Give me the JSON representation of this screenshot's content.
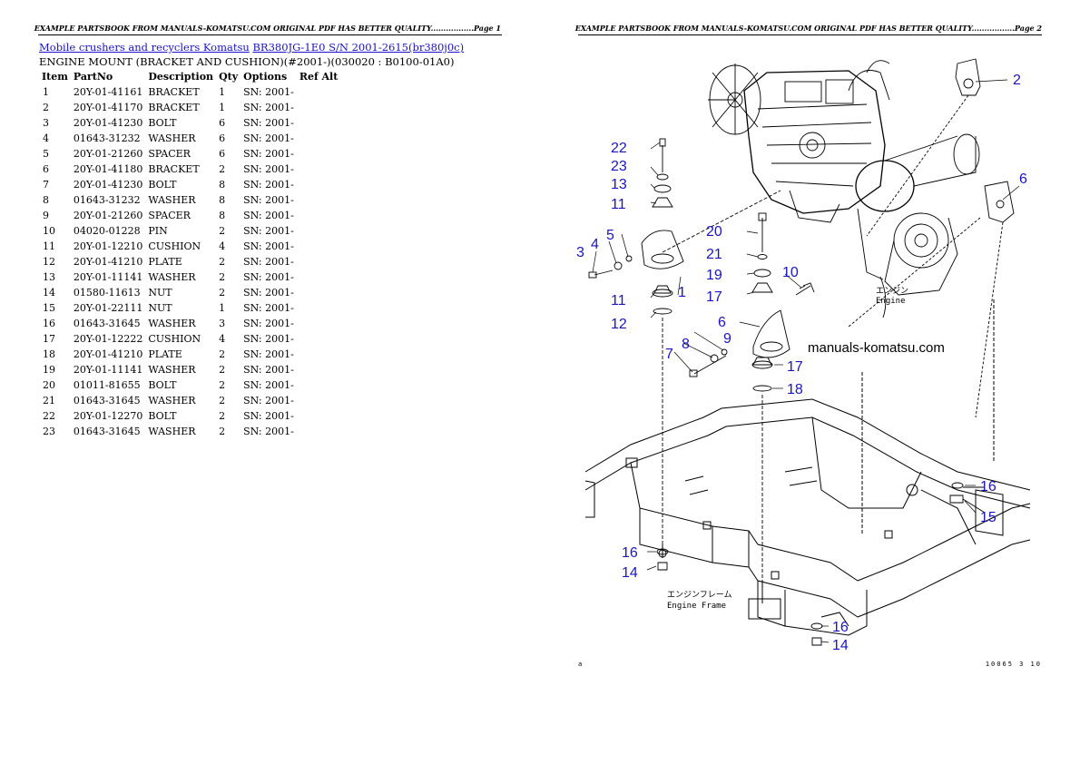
{
  "header_left": "EXAMPLE PARTSBOOK FROM MANUALS-KOMATSU.COM ORIGINAL PDF HAS BETTER QUALITY.................Page 1",
  "header_right": "EXAMPLE PARTSBOOK FROM MANUALS-KOMATSU.COM ORIGINAL PDF HAS BETTER QUALITY.................Page 2",
  "breadcrumb": {
    "category": "Mobile crushers and recyclers Komatsu",
    "model": "BR380JG-1E0 S/N 2001-2615(br380j0c)"
  },
  "subtitle": "ENGINE MOUNT (BRACKET AND CUSHION)(#2001-)(030020 : B0100-01A0)",
  "table": {
    "headers": [
      "Item",
      "PartNo",
      "Description",
      "Qty",
      "Options",
      "Ref Alt"
    ],
    "rows": [
      [
        "1",
        "20Y-01-41161",
        "BRACKET",
        "1",
        "SN: 2001-"
      ],
      [
        "2",
        "20Y-01-41170",
        "BRACKET",
        "1",
        "SN: 2001-"
      ],
      [
        "3",
        "20Y-01-41230",
        "BOLT",
        "6",
        "SN: 2001-"
      ],
      [
        "4",
        "01643-31232",
        "WASHER",
        "6",
        "SN: 2001-"
      ],
      [
        "5",
        "20Y-01-21260",
        "SPACER",
        "6",
        "SN: 2001-"
      ],
      [
        "6",
        "20Y-01-41180",
        "BRACKET",
        "2",
        "SN: 2001-"
      ],
      [
        "7",
        "20Y-01-41230",
        "BOLT",
        "8",
        "SN: 2001-"
      ],
      [
        "8",
        "01643-31232",
        "WASHER",
        "8",
        "SN: 2001-"
      ],
      [
        "9",
        "20Y-01-21260",
        "SPACER",
        "8",
        "SN: 2001-"
      ],
      [
        "10",
        "04020-01228",
        "PIN",
        "2",
        "SN: 2001-"
      ],
      [
        "11",
        "20Y-01-12210",
        "CUSHION",
        "4",
        "SN: 2001-"
      ],
      [
        "12",
        "20Y-01-41210",
        "PLATE",
        "2",
        "SN: 2001-"
      ],
      [
        "13",
        "20Y-01-11141",
        "WASHER",
        "2",
        "SN: 2001-"
      ],
      [
        "14",
        "01580-11613",
        "NUT",
        "2",
        "SN: 2001-"
      ],
      [
        "15",
        "20Y-01-22111",
        "NUT",
        "1",
        "SN: 2001-"
      ],
      [
        "16",
        "01643-31645",
        "WASHER",
        "3",
        "SN: 2001-"
      ],
      [
        "17",
        "20Y-01-12222",
        "CUSHION",
        "4",
        "SN: 2001-"
      ],
      [
        "18",
        "20Y-01-41210",
        "PLATE",
        "2",
        "SN: 2001-"
      ],
      [
        "19",
        "20Y-01-11141",
        "WASHER",
        "2",
        "SN: 2001-"
      ],
      [
        "20",
        "01011-81655",
        "BOLT",
        "2",
        "SN: 2001-"
      ],
      [
        "21",
        "01643-31645",
        "WASHER",
        "2",
        "SN: 2001-"
      ],
      [
        "22",
        "20Y-01-12270",
        "BOLT",
        "2",
        "SN: 2001-"
      ],
      [
        "23",
        "01643-31645",
        "WASHER",
        "2",
        "SN: 2001-"
      ]
    ]
  },
  "diagram": {
    "watermark": "manuals-komatsu.com",
    "engine_label_jp": "エンジン",
    "engine_label": "Engine",
    "frame_label_jp": "エンジンフレーム",
    "frame_label": "Engine Frame",
    "footer_left": "a",
    "footer_right": "10065 3 10",
    "callouts": {
      "c1": "1",
      "c2": "2",
      "c3": "3",
      "c4": "4",
      "c5": "5",
      "c6a": "6",
      "c6b": "6",
      "c7": "7",
      "c8": "8",
      "c9": "9",
      "c10": "10",
      "c11a": "11",
      "c11b": "11",
      "c12": "12",
      "c13": "13",
      "c14a": "14",
      "c14b": "14",
      "c15": "15",
      "c16a": "16",
      "c16b": "16",
      "c16c": "16",
      "c17a": "17",
      "c17b": "17",
      "c18": "18",
      "c19": "19",
      "c20": "20",
      "c21": "21",
      "c22": "22",
      "c23": "23"
    }
  }
}
